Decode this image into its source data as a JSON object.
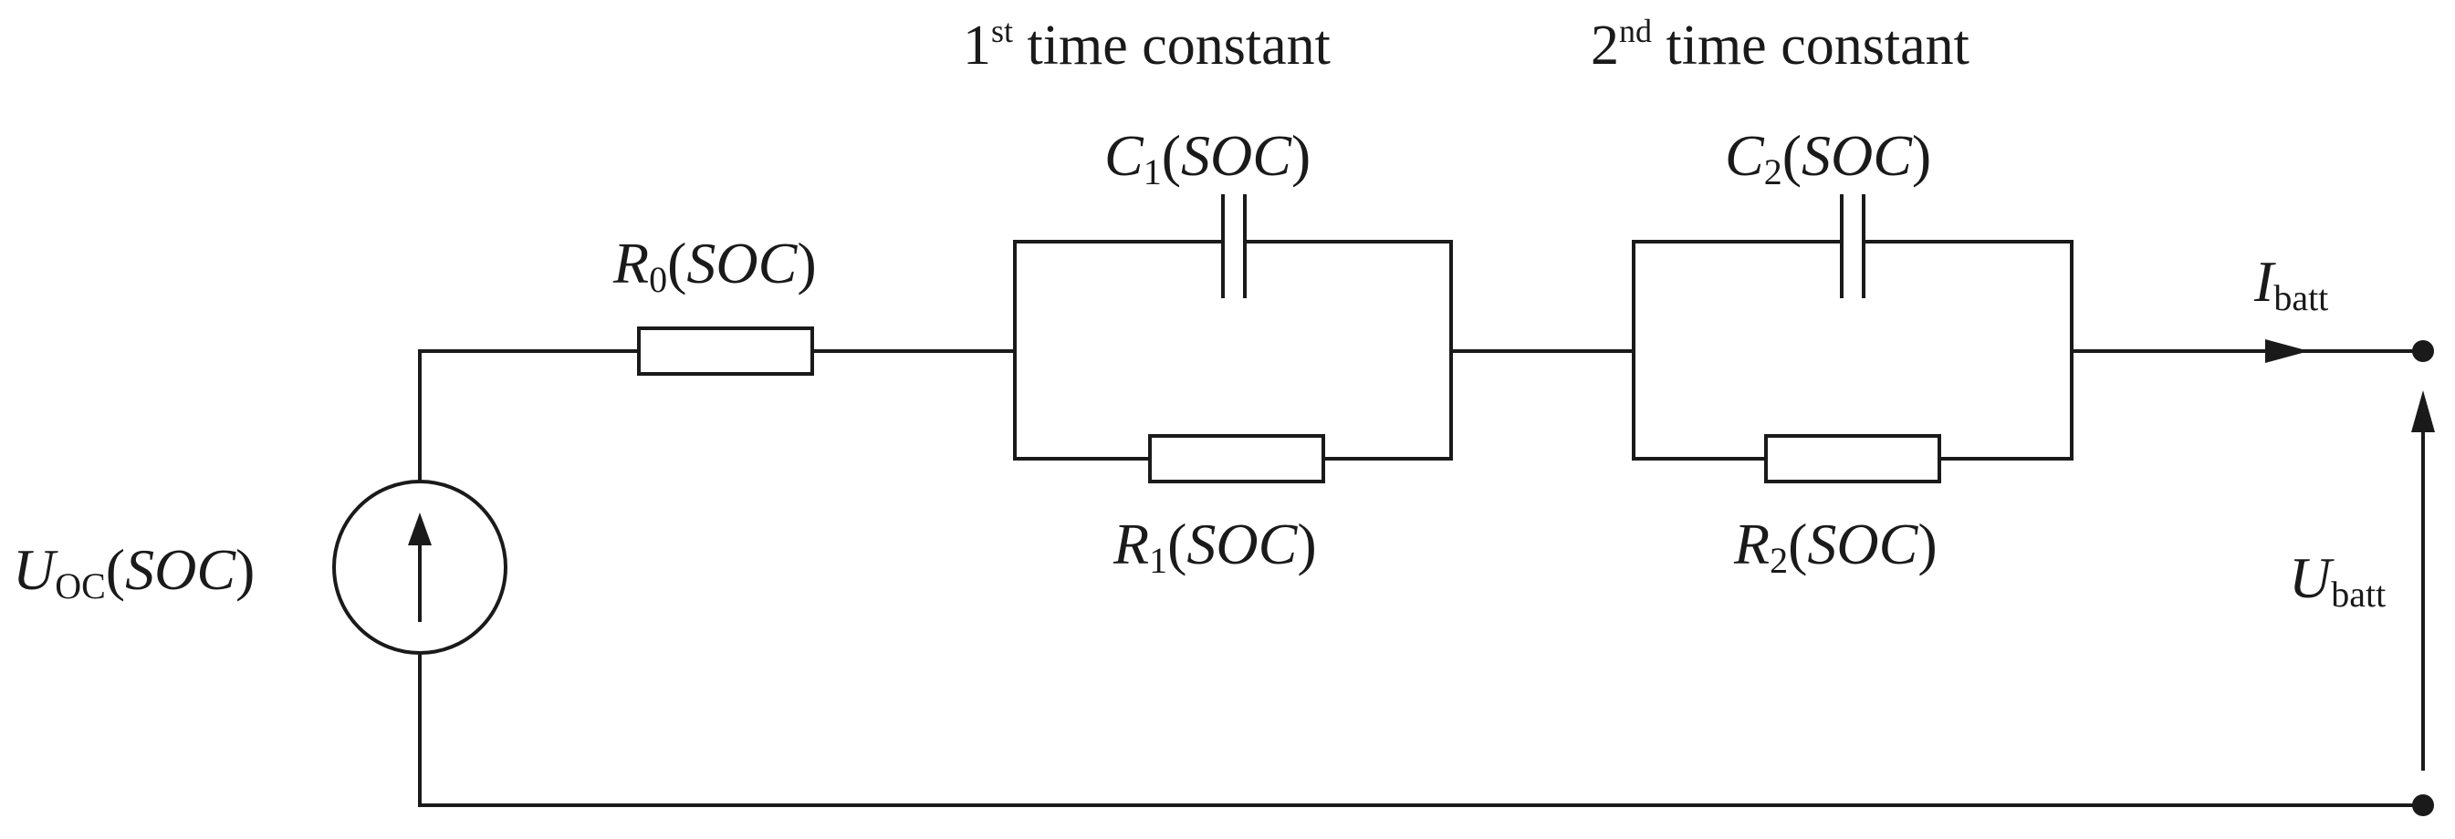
{
  "headers": {
    "first": {
      "num": "1",
      "sup": "st",
      "text": " time constant"
    },
    "second": {
      "num": "2",
      "sup": "nd",
      "text": " time constant"
    }
  },
  "labels": {
    "r0": {
      "main": "R",
      "sub": "0",
      "arg": "(",
      "soc": "SOC",
      "close": ")"
    },
    "c1": {
      "main": "C",
      "sub": "1",
      "arg": "(",
      "soc": "SOC",
      "close": ")"
    },
    "r1": {
      "main": "R",
      "sub": "1",
      "arg": "(",
      "soc": "SOC",
      "close": ")"
    },
    "c2": {
      "main": "C",
      "sub": "2",
      "arg": "(",
      "soc": "SOC",
      "close": ")"
    },
    "r2": {
      "main": "R",
      "sub": "2",
      "arg": "(",
      "soc": "SOC",
      "close": ")"
    },
    "uoc": {
      "main": "U",
      "sub": "OC",
      "arg": "(",
      "soc": "SOC",
      "close": ")"
    },
    "ibatt": {
      "main": "I",
      "sub": "batt"
    },
    "ubatt": {
      "main": "U",
      "sub": "batt"
    }
  },
  "colors": {
    "ink": "#1a1a1a",
    "background": "#ffffff"
  }
}
